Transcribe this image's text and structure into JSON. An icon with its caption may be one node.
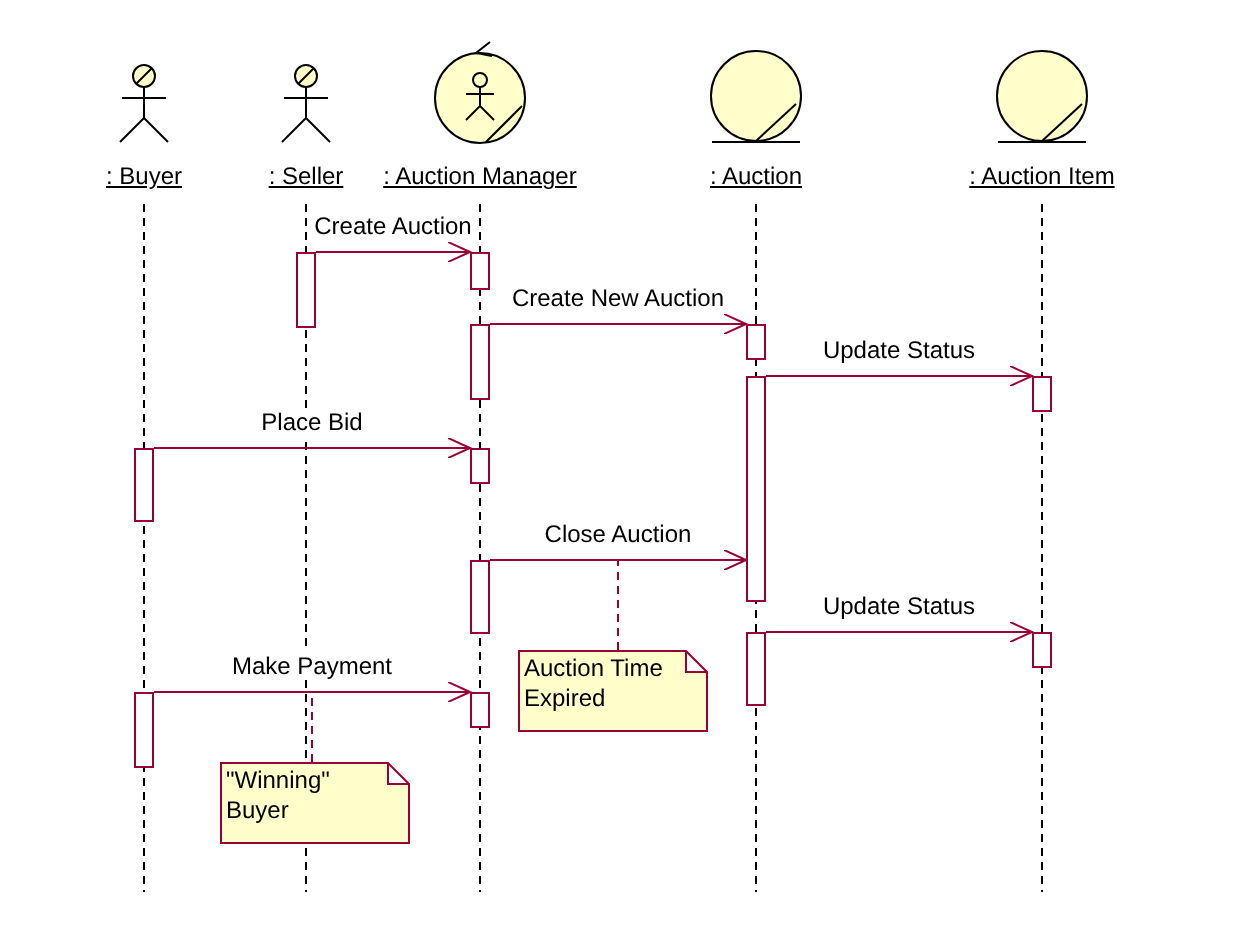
{
  "diagram": {
    "nodes": [
      {
        "text": [
          ": Buyer"
        ]
      },
      {
        "text": [
          ": Seller"
        ]
      },
      {
        "text": [
          ": Auction Manager"
        ]
      },
      {
        "text": [
          ": Auction"
        ]
      },
      {
        "text": [
          ": Auction Item"
        ]
      },
      {
        "text": [],
        "shape": "bar"
      },
      {
        "text": [],
        "shape": "bar"
      },
      {
        "text": [],
        "shape": "bar"
      },
      {
        "text": [],
        "shape": "bar"
      },
      {
        "text": [],
        "shape": "bar"
      },
      {
        "text": [],
        "shape": "bar"
      },
      {
        "text": [],
        "shape": "bar"
      },
      {
        "text": [],
        "shape": "bar"
      },
      {
        "text": [],
        "shape": "bar"
      },
      {
        "text": [],
        "shape": "bar"
      },
      {
        "text": [],
        "shape": "bar"
      },
      {
        "text": [],
        "shape": "bar"
      },
      {
        "text": [],
        "shape": "bar"
      },
      {
        "text": [
          "Auction Time Expired"
        ]
      },
      {
        "text": [
          "\"Winning\" Buyer"
        ]
      }
    ],
    "edges": [
      {
        "from": 5,
        "to": 6,
        "arrow": "to",
        "label": "Create Auction"
      },
      {
        "from": 7,
        "to": 8,
        "arrow": "to",
        "label": "Create New Auction"
      },
      {
        "from": 9,
        "to": 10,
        "arrow": "to",
        "label": "Update Status"
      },
      {
        "from": 11,
        "to": 12,
        "arrow": "to",
        "label": "Place Bid"
      },
      {
        "from": 13,
        "to": 9,
        "arrow": "to",
        "label": "Close Auction"
      },
      {
        "from": 14,
        "to": 15,
        "arrow": "to",
        "label": "Update Status"
      },
      {
        "from": 16,
        "to": 17,
        "arrow": "to",
        "label": "Make Payment"
      },
      {
        "from": 18,
        "to": null,
        "arrow": "none",
        "style": "dashed"
      },
      {
        "from": 19,
        "to": null,
        "arrow": "none",
        "style": "dashed"
      }
    ]
  }
}
